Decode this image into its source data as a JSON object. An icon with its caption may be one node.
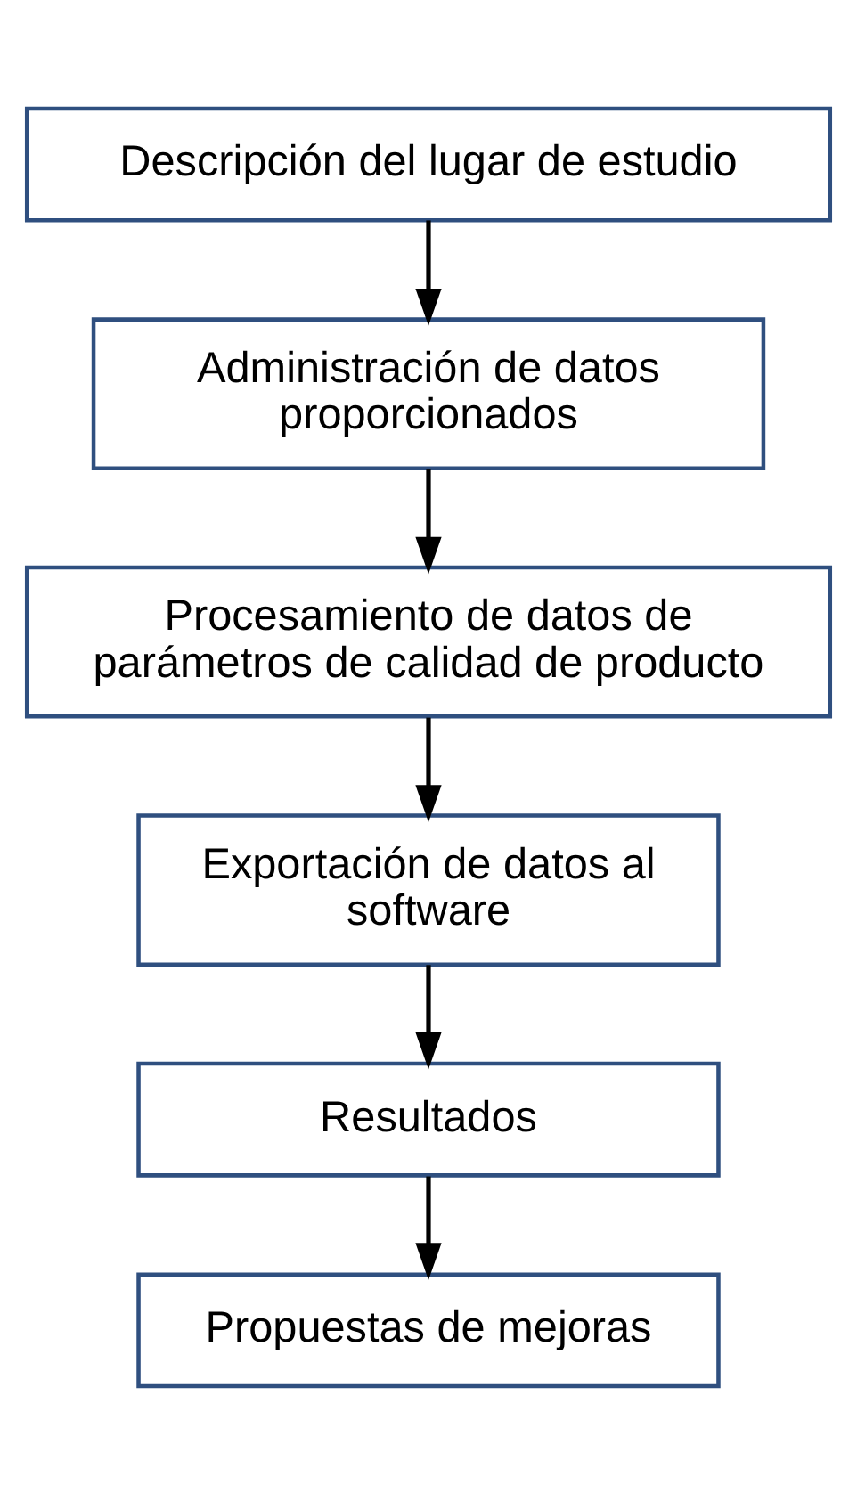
{
  "diagram": {
    "nodes": [
      {
        "text": [
          "Descripción del lugar de estudio"
        ]
      },
      {
        "text": [
          "Administración de datos proporcionados"
        ]
      },
      {
        "text": [
          "Procesamiento de datos de parámetros de calidad de producto"
        ]
      },
      {
        "text": [
          "Exportación de datos al software"
        ]
      },
      {
        "text": [
          "Resultados"
        ]
      },
      {
        "text": [
          "Propuestas de mejoras"
        ]
      }
    ],
    "edges": [
      {
        "from": 0,
        "to": 1,
        "arrow": "to"
      },
      {
        "from": 1,
        "to": 2,
        "arrow": "to"
      },
      {
        "from": 2,
        "to": 3,
        "arrow": "to"
      },
      {
        "from": 3,
        "to": 4,
        "arrow": "to"
      },
      {
        "from": 4,
        "to": 5,
        "arrow": "to"
      }
    ]
  }
}
